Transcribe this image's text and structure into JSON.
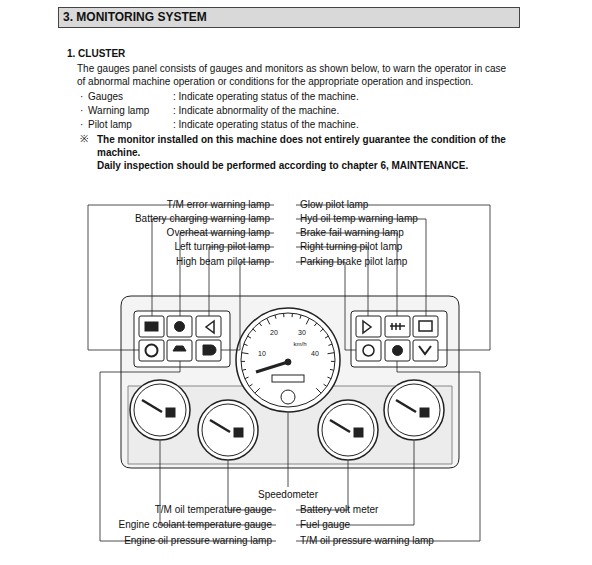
{
  "diagram": {
    "title": "3. MONITORING SYSTEM",
    "labels": [
      "1. CLUSTER",
      "The gauges panel consists of gauges and monitors as shown below, to warn the operator in case of abnormal machine operation or conditions for the appropriate operation and inspection.",
      "·",
      "Gauges",
      ": Indicate operating status of the machine.",
      "·",
      "Warning lamp",
      ": Indicate abnormality of the machine.",
      "·",
      "Pilot lamp",
      ": Indicate operating status of the machine.",
      "※",
      "The monitor installed on this machine does not entirely guarantee the condition of the machine.",
      "Daily inspection should be performed according to chapter 6, MAINTENANCE.",
      "T/M error warning lamp",
      "Battery charging warning lamp",
      "Overheat warning lamp",
      "Left turning pilot lamp",
      "High beam pilot lamp",
      "Glow pilot lamp",
      "Hyd oil temp warning lamp",
      "Brake fail warning lamp",
      "Right turning pilot lamp",
      "Parking brake pilot lamp",
      "Speedometer",
      "T/M oil temperature gauge",
      "Battery volt meter",
      "Engine coolant temperature gauge",
      "Fuel gauge",
      "Engine oil pressure warning lamp",
      "T/M oil pressure warning lamp",
      "10",
      "20",
      "30",
      "40",
      "km/h"
    ]
  }
}
